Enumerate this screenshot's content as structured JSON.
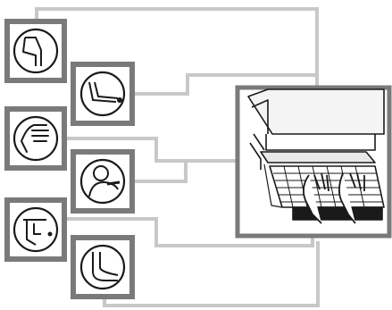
{
  "diagram": {
    "description_text": "",
    "colors": {
      "frame": "#7a7a7a",
      "line": "#c8c8c8",
      "ink": "#1a1a1a",
      "background": "#ffffff"
    },
    "icons": [
      {
        "id": "knee",
        "icon": "knee-joint-icon"
      },
      {
        "id": "elbow",
        "icon": "elbow-joint-icon"
      },
      {
        "id": "hand",
        "icon": "hand-wrist-icon"
      },
      {
        "id": "back",
        "icon": "back-shoulder-icon"
      },
      {
        "id": "eye",
        "icon": "head-eye-icon"
      },
      {
        "id": "foot",
        "icon": "foot-ankle-icon"
      }
    ],
    "workstation": {
      "icon": "computer-keyboard-workstation-icon"
    }
  }
}
